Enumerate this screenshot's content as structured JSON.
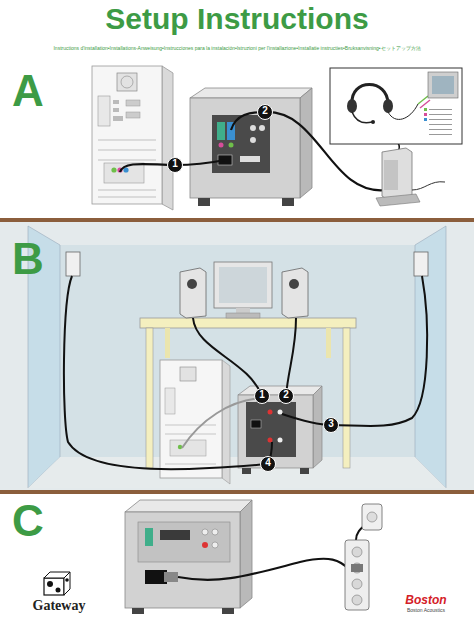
{
  "diagram": {
    "title": "Setup Instructions",
    "nodes": [
      {
        "text": [
          "A"
        ]
      },
      {
        "text": [
          "1"
        ],
        "in": 0
      },
      {
        "text": [
          "2"
        ],
        "in": 0
      },
      {
        "text": [
          "B"
        ]
      },
      {
        "text": [
          "1"
        ],
        "in": 3
      },
      {
        "text": [
          "2"
        ],
        "in": 3
      },
      {
        "text": [
          "3"
        ],
        "in": 3
      },
      {
        "text": [
          "4"
        ],
        "in": 3
      },
      {
        "text": [
          "C"
        ]
      }
    ],
    "labels": [
      "Instructions d'installation•Installations-Anweisung•Instrucciones para la instalación•Istruzioni per l'installazione•Installatie instructies•Bruksanvisning•セットアップ方法",
      "Gateway",
      "Boston",
      "Boston Acoustics"
    ]
  }
}
